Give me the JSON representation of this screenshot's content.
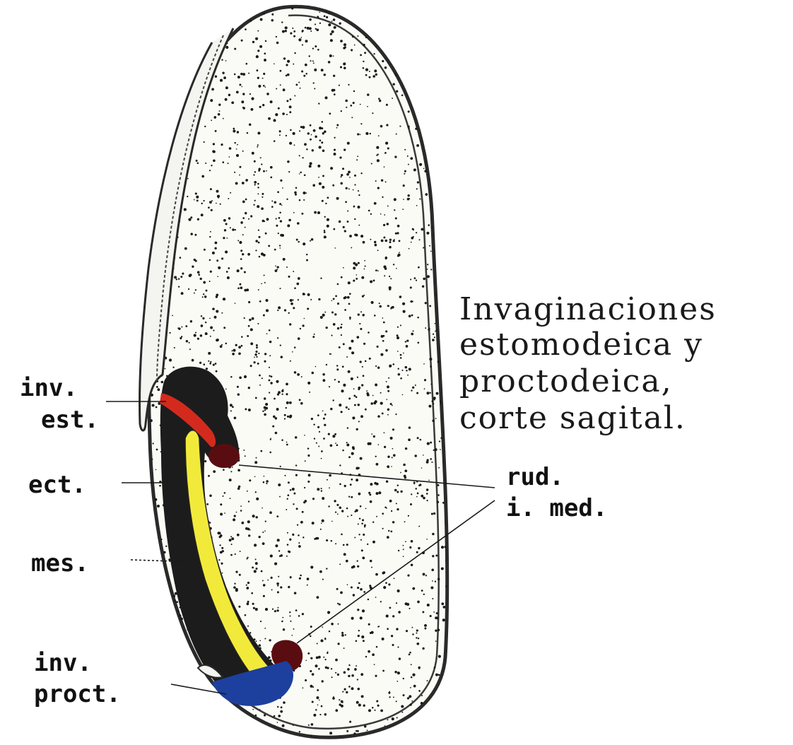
{
  "title_lines": [
    "Invaginaciones",
    "estomodeica y",
    "proctodeica,",
    "corte sagital."
  ],
  "labels": {
    "inv_est_1": "inv.",
    "inv_est_2": "est.",
    "ect": "ect.",
    "mes": "mes.",
    "inv_proct_1": "inv.",
    "inv_proct_2": "proct.",
    "rud": "rud.",
    "i_med": "i. med."
  },
  "colors": {
    "outline": "#2a2a2a",
    "stipple": "#1a1a1a",
    "ectoderm": "#1c1c1c",
    "mesoderm": "#f2ea3a",
    "stomodeum": "#d42a1e",
    "rudiment": "#5a0d10",
    "proctodeum": "#1d3f9e"
  }
}
